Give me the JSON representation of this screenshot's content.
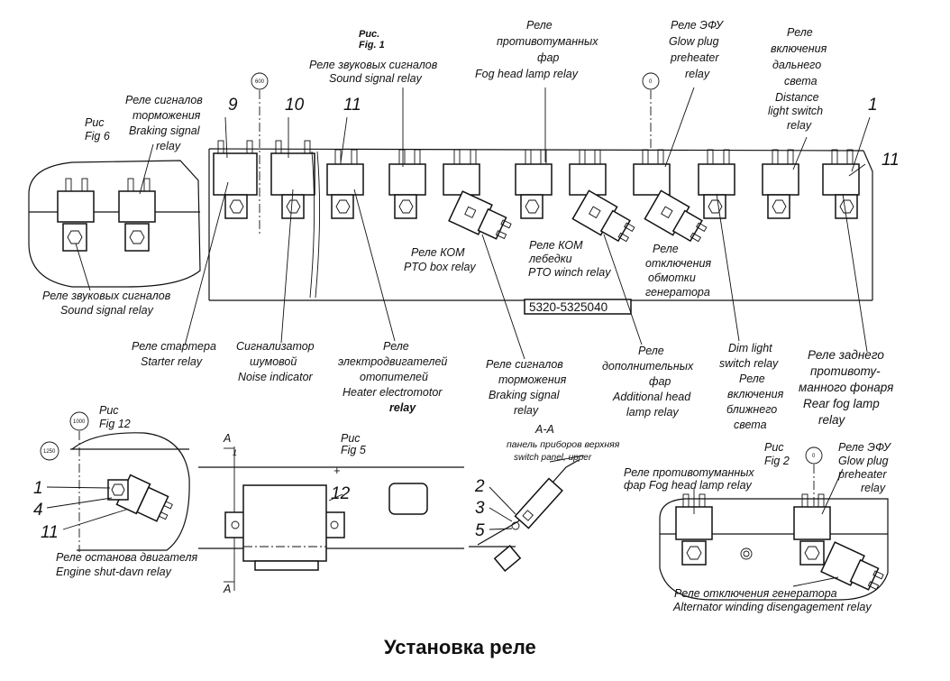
{
  "title": "Установка реле",
  "fig1": {
    "fig": [
      "Рис.",
      "Fig. 1"
    ],
    "sound_relay": [
      "Реле звуковых сигналов",
      "Sound signal relay"
    ],
    "fog_relay": [
      "Реле",
      "противотуманных",
      "фар",
      "Fog head lamp relay"
    ],
    "glow_relay": [
      "Реле ЭФУ",
      "Glow plug",
      "preheater",
      "relay"
    ],
    "distance_relay": [
      "Реле",
      "включения",
      "дальнего",
      "света",
      "Distance",
      "light switch",
      "relay"
    ],
    "pto_box": [
      "Реле КОМ",
      "PTO box relay"
    ],
    "pto_winch": [
      "Реле КОМ",
      "лебедки",
      "PTO winch relay"
    ],
    "alt_disc": [
      "Реле",
      "отключения",
      "обмотки",
      "генератора"
    ],
    "part_number": "5320-5325040",
    "starter": [
      "Реле стартера",
      "Starter relay"
    ],
    "noise": [
      "Сигнализатор",
      "шумовой",
      "Noise indicator"
    ],
    "heater": [
      "Реле",
      "электродвигателей",
      "отопителей",
      "Heater electromotor",
      "relay"
    ],
    "braking": [
      "Реле сигналов",
      "торможения",
      "Braking signal",
      "relay"
    ],
    "additional": [
      "Реле",
      "дополнительных",
      "фар",
      "Additional head",
      "lamp relay"
    ],
    "dim": [
      "Dim light",
      "switch relay",
      "Реле",
      "включения",
      "ближнего",
      "света"
    ],
    "rear_fog": [
      "Реле заднего",
      "противоту-",
      "манного фонаря",
      "Rear fog lamp",
      "relay"
    ],
    "callouts": [
      "9",
      "10",
      "11",
      "1",
      "11"
    ],
    "circle_a": "600",
    "circle_b": "0"
  },
  "fig6": {
    "fig": [
      "Рис",
      "Fig  6"
    ],
    "braking": [
      "Реле сигналов",
      "торможения",
      "Braking signal",
      "relay"
    ],
    "sound": [
      "Реле звуковых сигналов",
      "Sound signal relay"
    ]
  },
  "fig12": {
    "fig": [
      "Рис",
      "Fig  12"
    ],
    "circle_a": "1000",
    "circle_b": "1250",
    "callouts": [
      "1",
      "4",
      "11"
    ],
    "label": [
      "Реле останова двигателя",
      "Engine shut-davn relay"
    ]
  },
  "fig5": {
    "fig": [
      "Рис",
      "Fig  5"
    ],
    "section": "А",
    "section_num": "1",
    "callout": "12"
  },
  "sectionAA": {
    "title": "А-А",
    "label": [
      "панель приборов верхняя",
      "switch panel, upper"
    ],
    "callouts": [
      "2",
      "3",
      "5"
    ]
  },
  "fig2": {
    "fig": [
      "Рис",
      "Fig  2"
    ],
    "circle": "0",
    "glow": [
      "Реле ЭФУ",
      "Glow plug",
      "preheater",
      "relay"
    ],
    "fog": [
      "Реле противотуманных",
      "фар Fog head lamp relay"
    ],
    "alt": [
      "Реле отключения генератора",
      "Alternator winding disengagement relay"
    ]
  }
}
